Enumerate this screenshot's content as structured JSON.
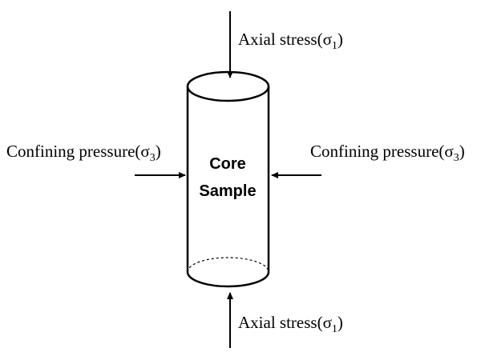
{
  "labels": {
    "axial_top": {
      "main": "Axial stress(",
      "symbol": "σ",
      "sub": "1",
      "close": ")"
    },
    "axial_bottom": {
      "main": "Axial stress(",
      "symbol": "σ",
      "sub": "1",
      "close": ")"
    },
    "confining_left": {
      "main": "Confining pressure(",
      "symbol": "σ",
      "sub": "3",
      "close": ")"
    },
    "confining_right": {
      "main": "Confining pressure(",
      "symbol": "σ",
      "sub": "3",
      "close": ")"
    }
  },
  "sample": {
    "line1": "Core",
    "line2": "Sample"
  },
  "colors": {
    "stroke": "#000000",
    "background": "#ffffff"
  }
}
